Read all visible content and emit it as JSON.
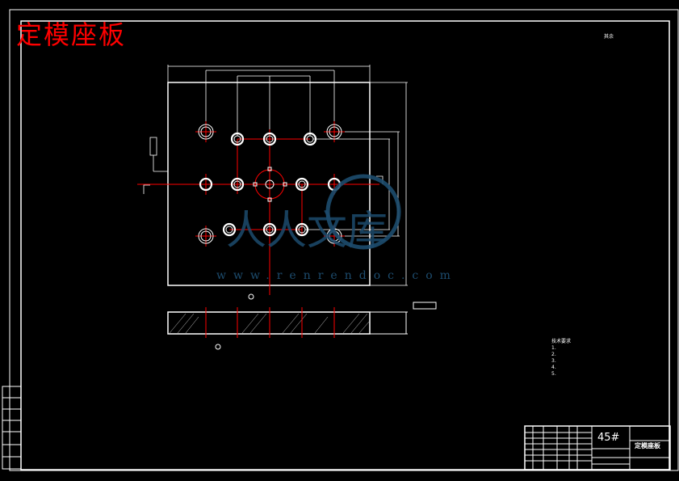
{
  "title": "定模座板",
  "title_block": {
    "material": "45#",
    "part_name": "定模座板"
  },
  "watermark": {
    "logo": "人人文库",
    "url": "www.renrendoc.com"
  },
  "tech_requirements": {
    "heading": "技术要求",
    "items": [
      "1.",
      "2.",
      "3.",
      "4.",
      "5."
    ]
  },
  "roughness": "其余",
  "colors": {
    "background": "#000000",
    "lines": "#ffffff",
    "centerlines": "#ff0000",
    "title": "#ff0000"
  }
}
